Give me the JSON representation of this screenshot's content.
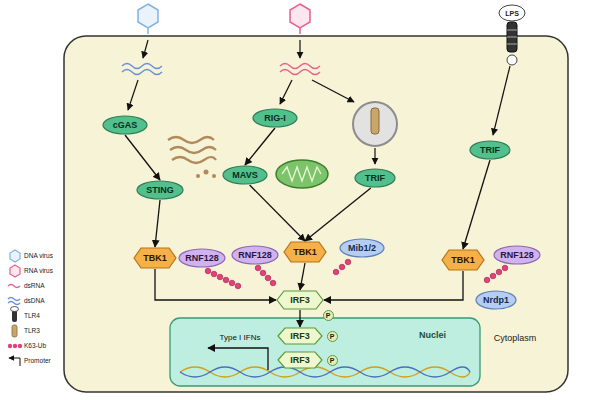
{
  "diagram": {
    "nodes": [
      {
        "text": [
          "cGAS"
        ]
      },
      {
        "text": [
          "STING"
        ]
      },
      {
        "text": [
          "RIG-I"
        ]
      },
      {
        "text": [
          "MAVS"
        ]
      },
      {
        "text": [
          "TRIF"
        ]
      },
      {
        "text": [
          "TRIF"
        ]
      },
      {
        "text": [
          "TBK1"
        ]
      },
      {
        "text": [
          "RNF128"
        ]
      },
      {
        "text": [
          "RNF128"
        ]
      },
      {
        "text": [
          "TBK1"
        ]
      },
      {
        "text": [
          "Mib1/2"
        ]
      },
      {
        "text": [
          "TBK1"
        ]
      },
      {
        "text": [
          "RNF128"
        ]
      },
      {
        "text": [
          "Nrdp1"
        ]
      },
      {
        "text": [
          "IRF3"
        ]
      },
      {
        "text": [
          "Nuclei"
        ]
      },
      {
        "text": [
          "IRF3"
        ],
        "in": 15
      },
      {
        "text": [
          "IRF3"
        ],
        "in": 15
      }
    ],
    "edges": [
      {
        "from": 0,
        "to": 1,
        "arrow": "to"
      },
      {
        "from": 1,
        "to": 6,
        "arrow": "to"
      },
      {
        "from": 2,
        "to": 3,
        "arrow": "to"
      },
      {
        "from": 3,
        "to": 9,
        "arrow": "to"
      },
      {
        "from": 4,
        "to": 9,
        "arrow": "to"
      },
      {
        "from": 5,
        "to": 11,
        "arrow": "to"
      },
      {
        "from": 6,
        "to": 14,
        "arrow": "to"
      },
      {
        "from": 9,
        "to": 14,
        "arrow": "to"
      },
      {
        "from": 11,
        "to": 14,
        "arrow": "to"
      },
      {
        "from": 14,
        "to": 16,
        "arrow": "to"
      }
    ],
    "labels": [
      "P",
      "P",
      "P",
      "Type I IFNs",
      "Cytoplasm",
      "LPS"
    ],
    "legend": [
      {
        "text": "DNA virus"
      },
      {
        "text": "RNA virus"
      },
      {
        "text": "dsRNA"
      },
      {
        "text": "dsDNA"
      },
      {
        "text": "TLR4"
      },
      {
        "text": "TLR3"
      },
      {
        "text": "K63-Ub"
      },
      {
        "text": "Promoter"
      }
    ]
  }
}
